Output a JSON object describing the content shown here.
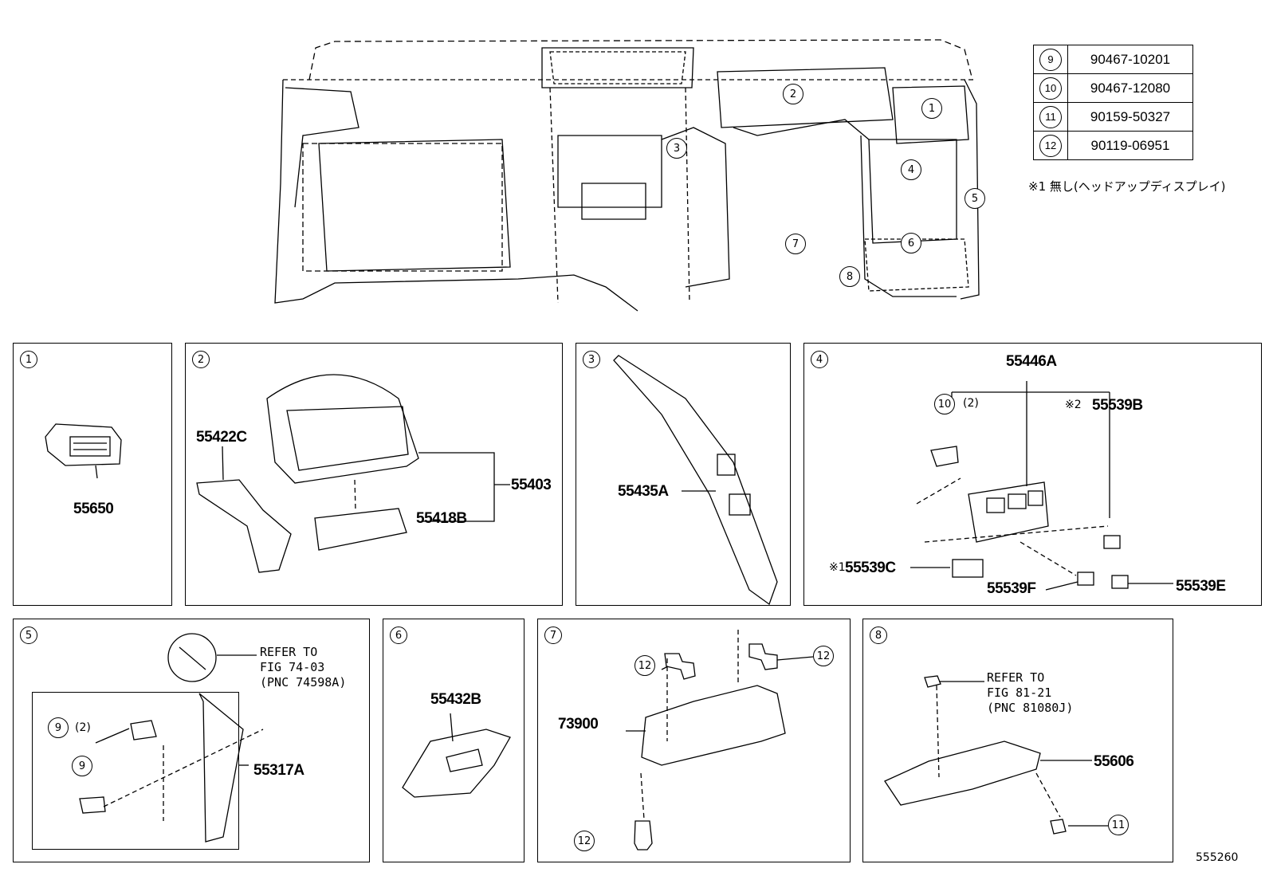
{
  "legend": [
    {
      "ref": "9",
      "part": "90467-10201"
    },
    {
      "ref": "10",
      "part": "90467-12080"
    },
    {
      "ref": "11",
      "part": "90159-50327"
    },
    {
      "ref": "12",
      "part": "90119-06951"
    }
  ],
  "notes": {
    "note1": "※1 無し(ヘッドアップディスプレイ)"
  },
  "overview_callouts": [
    "1",
    "2",
    "3",
    "4",
    "5",
    "6",
    "7",
    "8"
  ],
  "panels": {
    "p1": {
      "num": "1",
      "parts": [
        "55650"
      ]
    },
    "p2": {
      "num": "2",
      "parts": [
        "55422C",
        "55403",
        "55418B"
      ]
    },
    "p3": {
      "num": "3",
      "parts": [
        "55435A"
      ]
    },
    "p4": {
      "num": "4",
      "parts": [
        "55446A",
        "55539B",
        "55539C",
        "55539F",
        "55539E"
      ],
      "marker2": "※2",
      "marker1": "※1",
      "qty": "(2)",
      "circ": "10"
    },
    "p5": {
      "num": "5",
      "parts": [
        "55317A"
      ],
      "qty": "(2)",
      "circ": "9",
      "refer": [
        "REFER TO",
        "FIG 74-03",
        "(PNC 74598A)"
      ]
    },
    "p6": {
      "num": "6",
      "parts": [
        "55432B"
      ]
    },
    "p7": {
      "num": "7",
      "parts": [
        "73900"
      ],
      "circ": "12"
    },
    "p8": {
      "num": "8",
      "parts": [
        "55606"
      ],
      "circ": "11",
      "refer": [
        "REFER TO",
        "FIG 81-21",
        "(PNC 81080J)"
      ]
    }
  },
  "figure_id": "555260"
}
